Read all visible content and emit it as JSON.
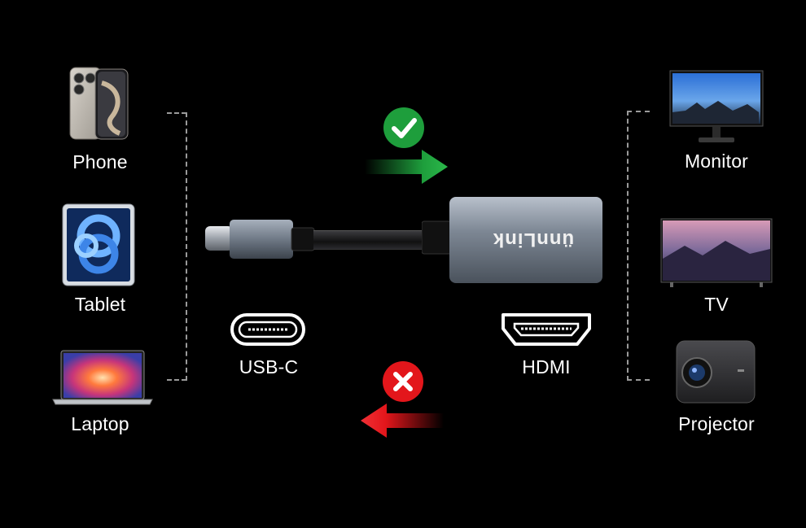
{
  "sources": [
    {
      "label": "Phone",
      "icon": "phone-icon"
    },
    {
      "label": "Tablet",
      "icon": "tablet-icon"
    },
    {
      "label": "Laptop",
      "icon": "laptop-icon"
    }
  ],
  "targets": [
    {
      "label": "Monitor",
      "icon": "monitor-icon"
    },
    {
      "label": "TV",
      "icon": "tv-icon"
    },
    {
      "label": "Projector",
      "icon": "projector-icon"
    }
  ],
  "adapter": {
    "brand": "ünnLink",
    "input_port_label": "USB-C",
    "output_port_label": "HDMI"
  },
  "direction": {
    "supported": "check-icon",
    "unsupported": "cross-icon"
  },
  "colors": {
    "background": "#000000",
    "supported_green": "#1e9e3c",
    "unsupported_red": "#e3161b",
    "adapter_body": "#7d8794"
  }
}
